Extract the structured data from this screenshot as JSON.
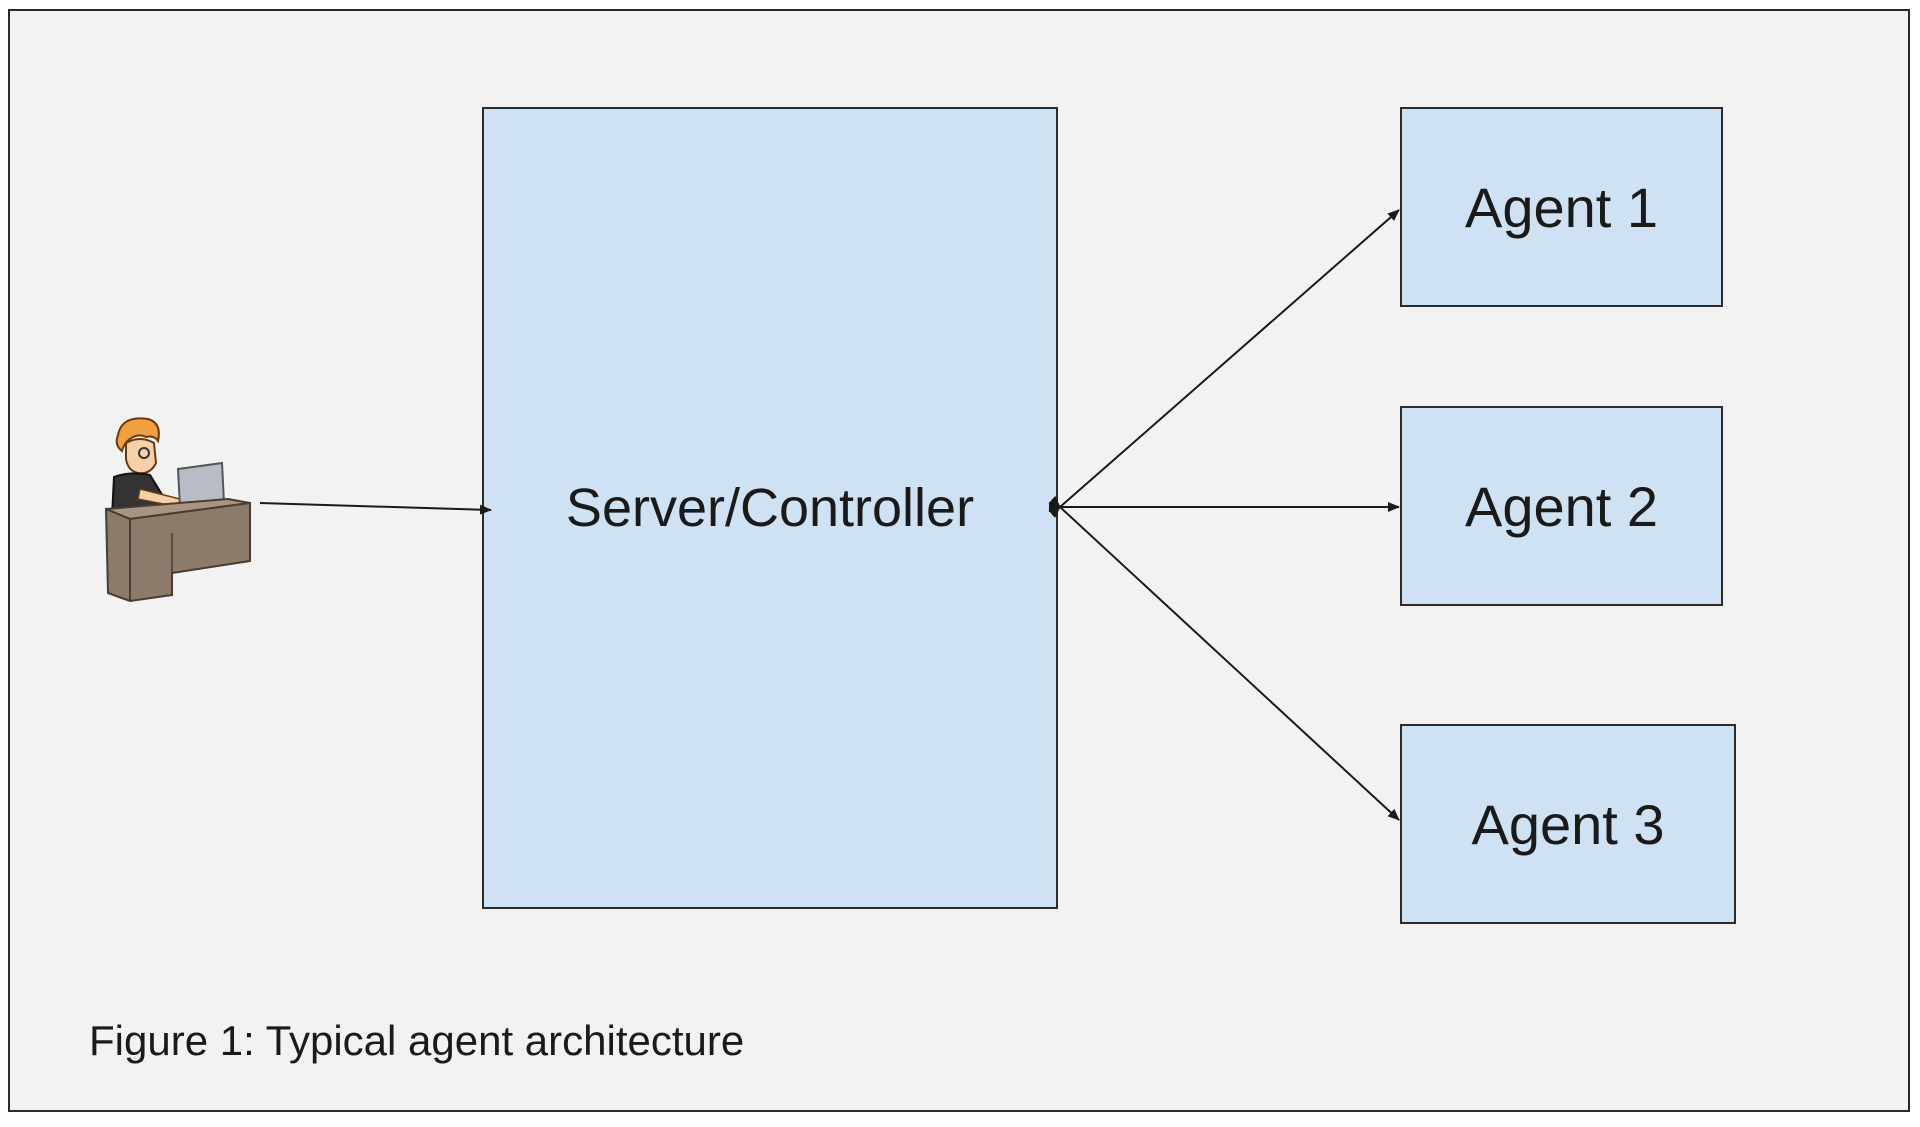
{
  "diagram": {
    "server_label": "Server/Controller",
    "agents": [
      {
        "label": "Agent 1"
      },
      {
        "label": "Agent 2"
      },
      {
        "label": "Agent 3"
      }
    ],
    "caption": "Figure 1: Typical agent architecture"
  },
  "colors": {
    "background": "#f2f2f2",
    "box_fill": "#cfe2f3",
    "border": "#2b2b2b",
    "text": "#1a1a1a"
  },
  "icons": {
    "user": "user-at-desk-icon"
  }
}
